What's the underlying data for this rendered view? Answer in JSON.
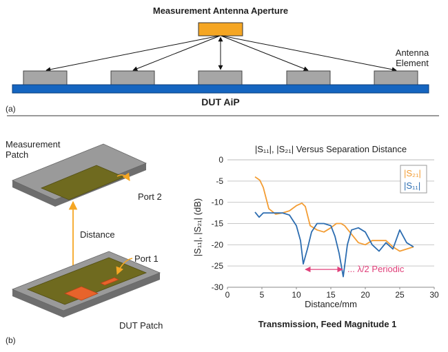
{
  "panel_a": {
    "title": "Measurement Antenna Aperture",
    "antenna_element_label_line1": "Antenna",
    "antenna_element_label_line2": "Element",
    "dut_label": "DUT AiP",
    "panel_letter": "(a)",
    "element_count": 5,
    "colors": {
      "aperture": "#f5a623",
      "element": "#a6a6a6",
      "dut_bar": "#1565c0"
    }
  },
  "panel_b": {
    "panel_letter": "(b)",
    "measurement_patch_line1": "Measurement",
    "measurement_patch_line2": "Patch",
    "port2_label": "Port 2",
    "port1_label": "Port 1",
    "distance_label": "Distance",
    "dut_patch_label": "DUT Patch",
    "colors": {
      "substrate": "#8a8a8a",
      "patch": "#6f6a1f",
      "feed": "#e8632b",
      "arrow": "#f5a623"
    }
  },
  "chart_data": {
    "type": "line",
    "title": "|S₁₁|, |S₂₁| Versus Separation Distance",
    "xlabel": "Distance/mm",
    "ylabel": "|S₁₁|, |S₂₁| (dB)",
    "subtitle": "Transmission, Feed Magnitude 1",
    "xlim": [
      0,
      30
    ],
    "ylim": [
      -30,
      0
    ],
    "x_ticks": [
      "0",
      "5",
      "10",
      "15",
      "20",
      "25",
      "30"
    ],
    "y_ticks": [
      "0",
      "-5",
      "-10",
      "-15",
      "-20",
      "-25",
      "-30"
    ],
    "grid": true,
    "legend_position": "top-right",
    "annotation": "... λ/2 Periodic",
    "annotation_range": [
      11,
      17
    ],
    "series": [
      {
        "name": "|S₂₁|",
        "color": "#f39c32",
        "x": [
          4,
          4.7,
          5.2,
          6,
          7,
          8,
          9,
          10,
          10.8,
          11.3,
          12,
          13,
          14,
          15,
          15.8,
          16.5,
          17,
          18,
          19,
          20,
          21,
          22,
          23,
          24,
          25,
          26,
          27
        ],
        "y": [
          -4,
          -4.8,
          -6.5,
          -11.5,
          -12.8,
          -12.5,
          -12,
          -10.8,
          -10.2,
          -11,
          -15.5,
          -16.5,
          -17,
          -16,
          -15,
          -15,
          -15.5,
          -17.5,
          -19.5,
          -20,
          -19,
          -19,
          -19,
          -20.5,
          -21.5,
          -21,
          -20.5
        ]
      },
      {
        "name": "|S₁₁|",
        "color": "#2b6cb0",
        "x": [
          4,
          4.6,
          5.2,
          6,
          7,
          8,
          9,
          10,
          10.6,
          11,
          11.6,
          12.2,
          13,
          14,
          15,
          15.6,
          16.2,
          16.8,
          17.4,
          18,
          19,
          20,
          21,
          22,
          23,
          24,
          25,
          26,
          27
        ],
        "y": [
          -12.3,
          -13.5,
          -12.5,
          -12.5,
          -12.5,
          -12.5,
          -13,
          -15.5,
          -19,
          -24.5,
          -21,
          -17,
          -15,
          -15,
          -15.5,
          -18,
          -22,
          -27.5,
          -20,
          -16.5,
          -16,
          -17,
          -20,
          -21.5,
          -19.5,
          -21,
          -16.5,
          -19.5,
          -20.5
        ]
      }
    ]
  }
}
